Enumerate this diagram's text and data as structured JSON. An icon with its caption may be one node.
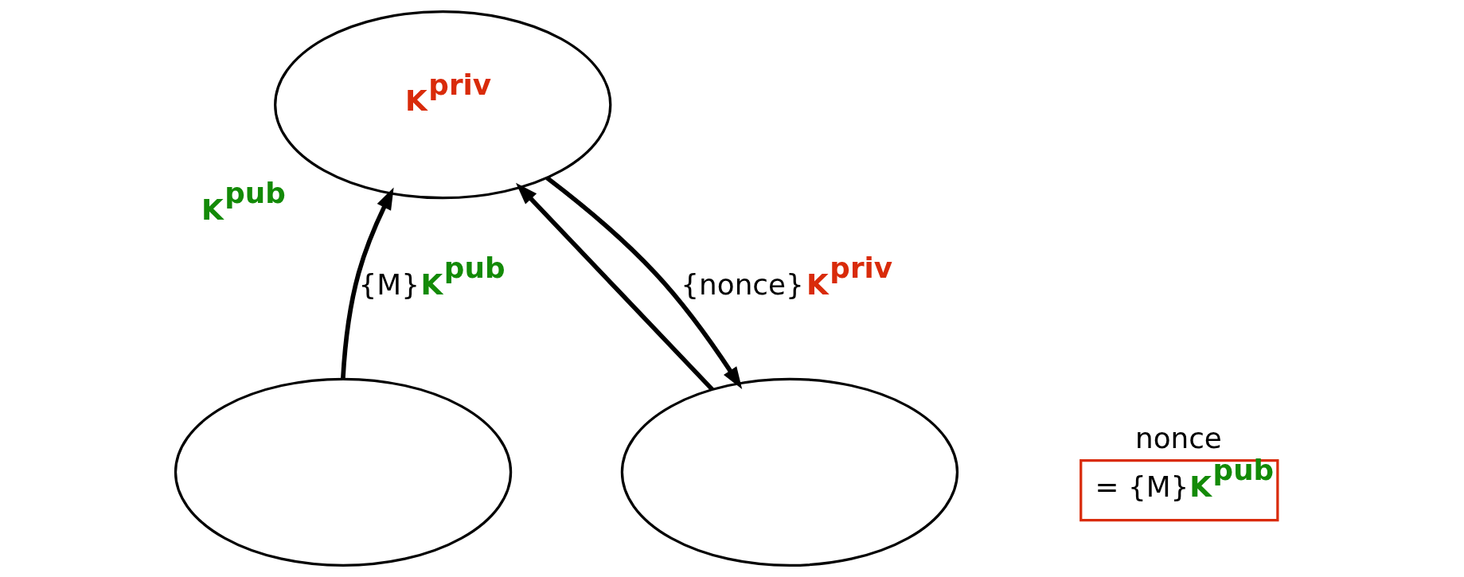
{
  "diagram": {
    "nodes": [
      {
        "text": [
          "**K**$^{priv}$"
        ],
        "beside": [
          "**K**$^{pub}$"
        ]
      },
      {
        "text": [],
        "shape": "ellipse"
      },
      {
        "text": [],
        "shape": "ellipse"
      },
      {
        "text": [
          "nonce",
          "= {M}**K**$^{pub}$"
        ]
      }
    ],
    "edges": [
      {
        "from": 1,
        "to": 0,
        "arrow": "to",
        "label": "{M}**K**$^{pub}$"
      },
      {
        "from": 0,
        "to": 2,
        "arrow": "to",
        "label": "{nonce}**K**$^{priv}$"
      },
      {
        "from": 2,
        "to": 0,
        "arrow": "to"
      }
    ]
  }
}
